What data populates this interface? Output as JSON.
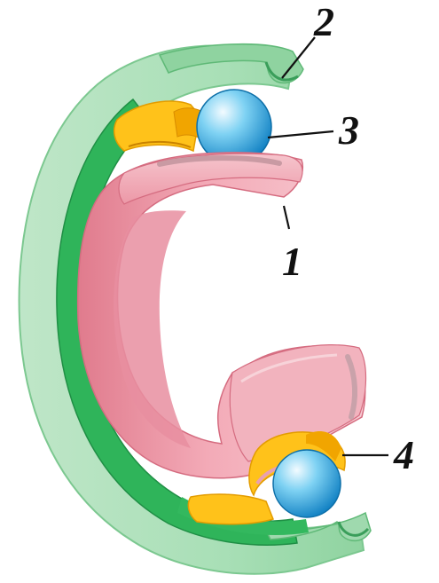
{
  "diagram": {
    "labels": {
      "inner_ring": "1",
      "outer_ring": "2",
      "ball": "3",
      "cage": "4"
    },
    "colors": {
      "outer_ring_light": "#bfe6c8",
      "outer_ring_mid": "#8fd3a0",
      "outer_ring_dark": "#2fb45a",
      "outer_ring_edge": "#1f8f45",
      "inner_ring_light": "#f6c5cd",
      "inner_ring_mid": "#ee9aa8",
      "inner_ring_dark": "#e07b8d",
      "cage": "#ffc21a",
      "cage_shade": "#f1a500",
      "ball_light": "#e8f8ff",
      "ball_mid": "#56c3ee",
      "ball_dark": "#0f86c9"
    }
  }
}
